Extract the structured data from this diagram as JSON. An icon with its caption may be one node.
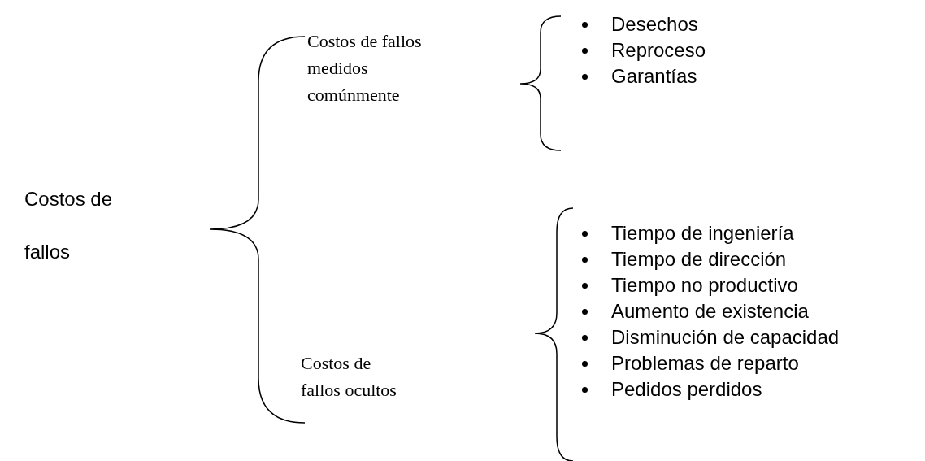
{
  "diagram": {
    "labels": [
      "Costos de fallos",
      "Costos de fallos medidos comúnmente",
      "Desechos",
      "Reproceso",
      "Garantías",
      "Costos de fallos ocultos",
      "Tiempo de ingeniería",
      "Tiempo de dirección",
      "Tiempo no productivo",
      "Aumento de existencia",
      "Disminución de capacidad",
      "Problemas de reparto",
      "Pedidos perdidos"
    ]
  }
}
